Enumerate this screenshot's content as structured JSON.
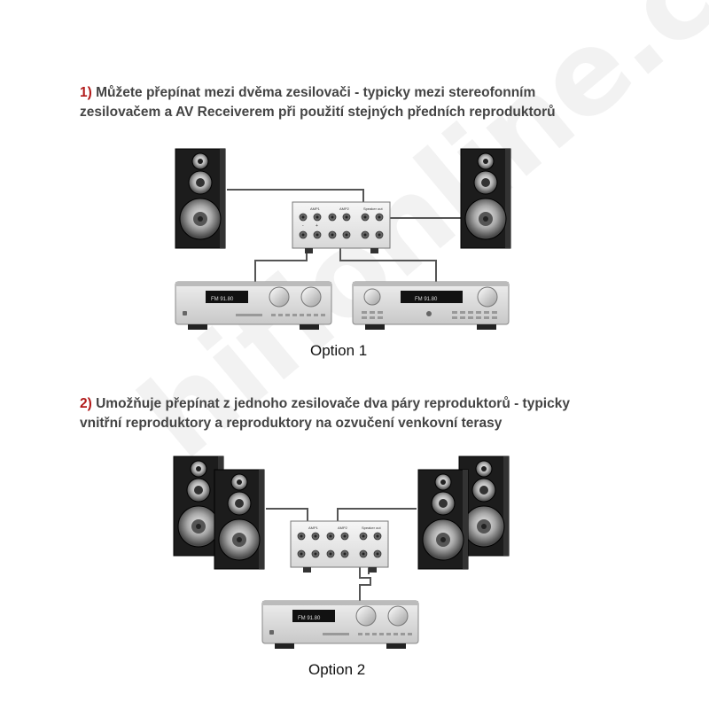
{
  "watermark": "hifionline.cz",
  "sections": [
    {
      "number": "1)",
      "text_line1": "Můžete přepínat mezi dvěma zesilovači - typicky mezi  stereofonním",
      "text_line2": "zesilovačem a AV Receiverem při použití stejných předních reproduktorů",
      "caption": "Option 1"
    },
    {
      "number": "2)",
      "text_line1": "Umožňuje přepínat z jednoho zesilovače dva páry reproduktorů - typicky",
      "text_line2": "vnitřní reproduktory a reproduktory na ozvučení venkovní terasy",
      "caption": "Option 2"
    }
  ],
  "switch_labels": {
    "amp1": "AMP1",
    "amp2": "AMP2",
    "speaker_out": "Speaker out",
    "minus": "-",
    "plus": "+"
  },
  "amplifier_display": "FM  91.80",
  "colors": {
    "heading_text": "#444444",
    "heading_number": "#b11a1a",
    "speaker_body": "#1c1c1c",
    "amplifier_body": "#dcdcdc",
    "wire": "#555555"
  }
}
